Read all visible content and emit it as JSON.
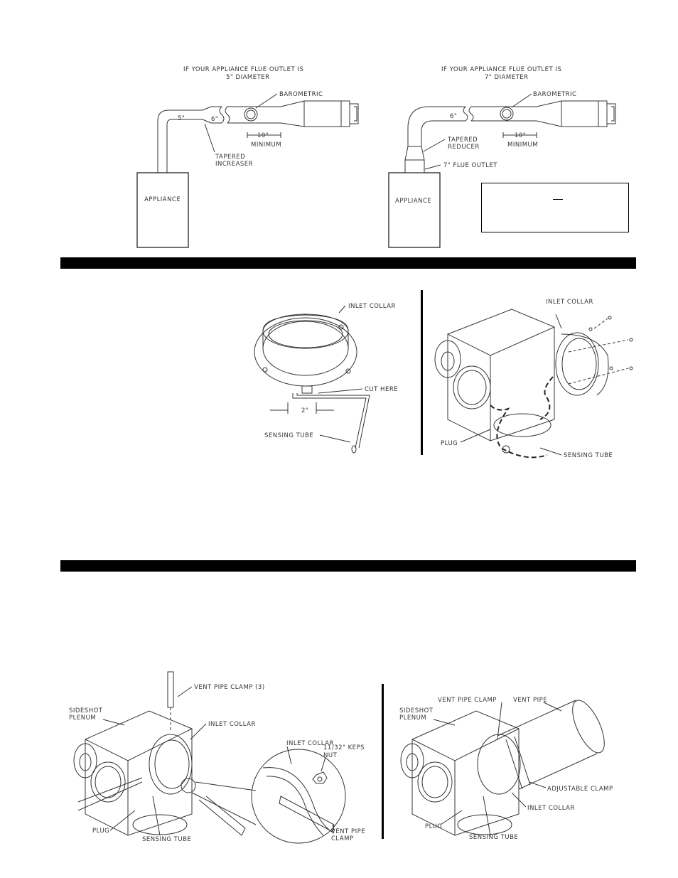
{
  "figure1": {
    "left": {
      "heading1": "IF YOUR APPLIANCE FLUE OUTLET IS",
      "heading2": "5\" DIAMETER",
      "pipe_5": "5\"",
      "pipe_6": "6\"",
      "barometric": "BAROMETRIC",
      "dim": "10\"",
      "minimum": "MINIMUM",
      "increaser1": "TAPERED",
      "increaser2": "INCREASER",
      "appliance": "APPLIANCE"
    },
    "right": {
      "heading1": "IF YOUR APPLIANCE FLUE OUTLET IS",
      "heading2": "7\" DIAMETER",
      "pipe_6": "6\"",
      "barometric": "BAROMETRIC",
      "dim": "10\"",
      "minimum": "MINIMUM",
      "reducer1": "TAPERED",
      "reducer2": "REDUCER",
      "flue_outlet": "7\" FLUE OUTLET",
      "appliance": "APPLIANCE"
    }
  },
  "figure2": {
    "left": {
      "inlet_collar": "INLET COLLAR",
      "cut_here": "CUT HERE",
      "dim": "2\"",
      "sensing_tube": "SENSING TUBE"
    },
    "right": {
      "inlet_collar": "INLET COLLAR",
      "plug": "PLUG",
      "sensing_tube": "SENSING TUBE"
    }
  },
  "figure3": {
    "left": {
      "vent_pipe_clamp_3": "VENT PIPE CLAMP (3)",
      "sideshot1": "SIDESHOT",
      "sideshot2": "PLENUM",
      "inlet_collar": "INLET COLLAR",
      "inlet_collar_detail": "INLET COLLAR",
      "keps1": "11/32\" KEPS",
      "keps2": "NUT",
      "plug": "PLUG",
      "sensing_tube": "SENSING TUBE",
      "vent_pipe_clamp1": "VENT PIPE",
      "vent_pipe_clamp2": "CLAMP"
    },
    "right": {
      "vent_pipe_clamp": "VENT PIPE CLAMP",
      "vent_pipe": "VENT PIPE",
      "sideshot1": "SIDESHOT",
      "sideshot2": "PLENUM",
      "adjustable_clamp": "ADJUSTABLE CLAMP",
      "inlet_collar": "INLET COLLAR",
      "plug": "PLUG",
      "sensing_tube": "SENSING TUBE"
    }
  }
}
